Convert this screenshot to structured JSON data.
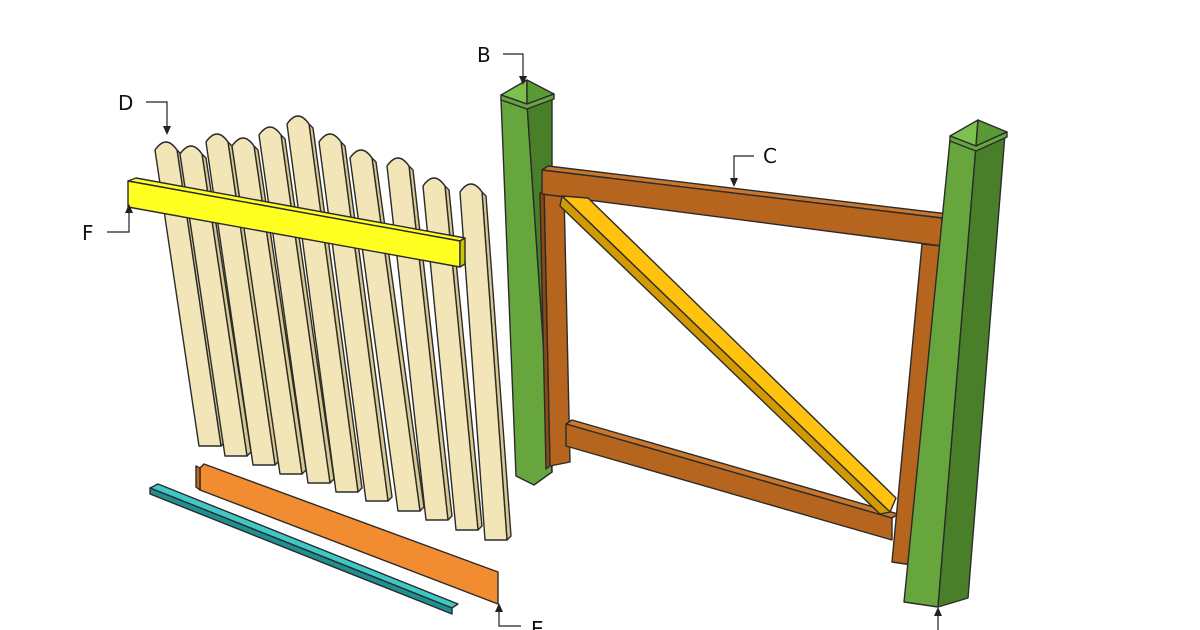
{
  "labels": {
    "post": "B",
    "top_rail": "C",
    "picket": "D",
    "bottom_board": "E",
    "picket_rail": "F"
  },
  "colors": {
    "background": "#ffffff",
    "picket": "#f2e6b8",
    "picket_shade": "#d8c98f",
    "picket_rail": "#ffff22",
    "picket_rail_shade": "#c8c800",
    "bottom_board": "#f28c30",
    "bottom_board_shade": "#c86a18",
    "ground_strip": "#3ec8c8",
    "ground_strip_shade": "#1f8f8f",
    "post": "#66a63c",
    "post_shade": "#4a7f2a",
    "frame": "#b5651d",
    "frame_shade": "#8a4a12",
    "brace": "#ffc20e",
    "brace_shade": "#d29a00"
  }
}
